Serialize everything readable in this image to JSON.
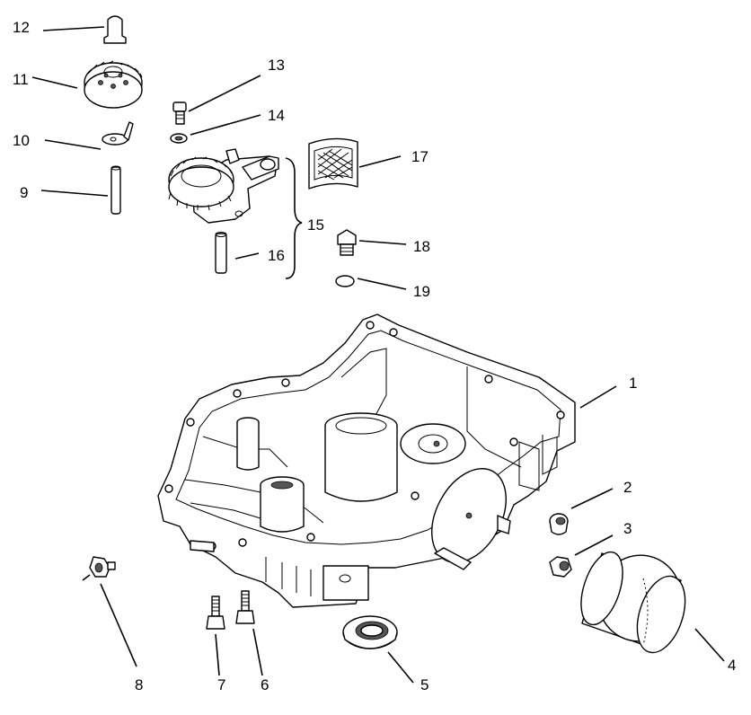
{
  "callouts": [
    {
      "id": "1",
      "label": "1"
    },
    {
      "id": "2",
      "label": "2"
    },
    {
      "id": "3",
      "label": "3"
    },
    {
      "id": "4",
      "label": "4"
    },
    {
      "id": "5",
      "label": "5"
    },
    {
      "id": "6",
      "label": "6"
    },
    {
      "id": "7",
      "label": "7"
    },
    {
      "id": "8",
      "label": "8"
    },
    {
      "id": "9",
      "label": "9"
    },
    {
      "id": "10",
      "label": "10"
    },
    {
      "id": "11",
      "label": "11"
    },
    {
      "id": "12",
      "label": "12"
    },
    {
      "id": "13",
      "label": "13"
    },
    {
      "id": "14",
      "label": "14"
    },
    {
      "id": "15",
      "label": "15"
    },
    {
      "id": "16",
      "label": "16"
    },
    {
      "id": "17",
      "label": "17"
    },
    {
      "id": "18",
      "label": "18"
    },
    {
      "id": "19",
      "label": "19"
    }
  ]
}
